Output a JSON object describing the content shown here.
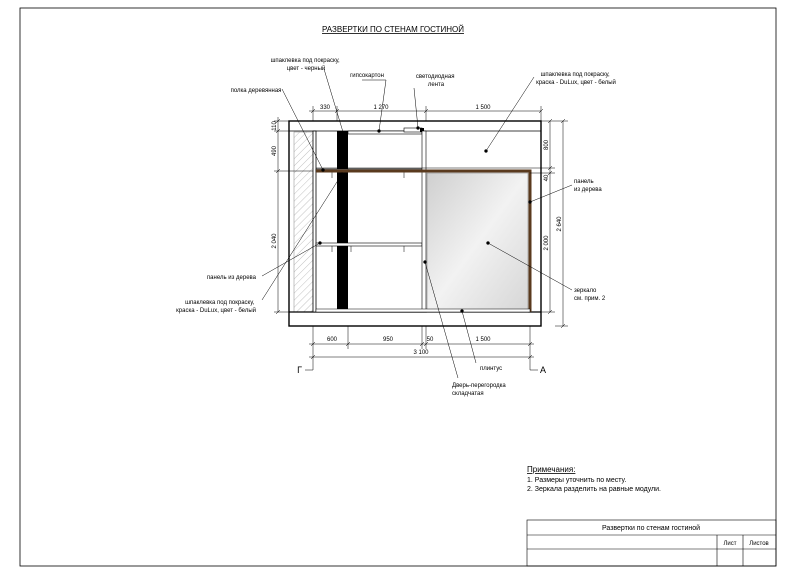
{
  "sheet_title": "РАЗВЕРТКИ ПО СТЕНАМ ГОСТИНОЙ",
  "callouts": {
    "putty_black": [
      "шпаклевка под покраску,",
      "цвет - черный"
    ],
    "gypsum": "гипсокартон",
    "led": [
      "светодиодная",
      "лента"
    ],
    "putty_white_top": [
      "шпаклевка под покраску,",
      "краска - DuLux, цвет - белый"
    ],
    "wood_shelf": "полка деревянная",
    "panel_right": [
      "панель",
      "из дерева"
    ],
    "panel_left": "панель из дерева",
    "putty_white_left": [
      "шпаклевка под покраску,",
      "краска - DuLux, цвет - белый"
    ],
    "mirror": [
      "зеркало",
      "см. прим. 2"
    ],
    "plinth": "плинтус",
    "door": [
      "Дверь-перегородка",
      "складчатая"
    ]
  },
  "dimensions": {
    "top": [
      "330",
      "1 270",
      "1 500"
    ],
    "left": [
      "110",
      "490",
      "2 040"
    ],
    "right_inner": [
      "800",
      "40",
      "2 000"
    ],
    "right_total": "2 640",
    "bottom": [
      "600",
      "950",
      "50",
      "1 500"
    ],
    "bottom_total": "3 100"
  },
  "section_marks": {
    "left": "Г",
    "right": "А"
  },
  "notes": {
    "heading": "Примечания:",
    "items": [
      "1. Размеры уточнить по месту.",
      "2. Зеркала разделить на равные модули."
    ]
  },
  "title_block": {
    "name": "Развертки по стенам гостиной",
    "sheet_label": "Лист",
    "sheets_label": "Листов"
  }
}
